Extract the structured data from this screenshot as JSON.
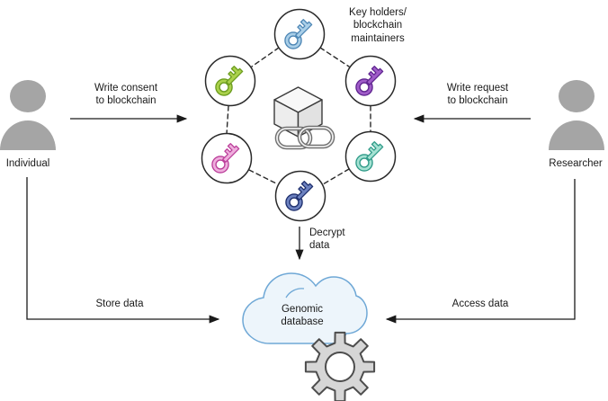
{
  "diagram": {
    "actors": {
      "individual": "Individual",
      "researcher": "Researcher"
    },
    "cluster_label": "Key holders/\nblockchain\nmaintainers",
    "arrows": {
      "write_consent": "Write consent\nto blockchain",
      "write_request": "Write request\nto blockchain",
      "decrypt": "Decrypt\ndata",
      "store": "Store data",
      "access": "Access data"
    },
    "database_label": "Genomic\ndatabase",
    "keys": [
      {
        "id": "key-top",
        "fill": "#aacfe8",
        "stroke": "#4d86b5"
      },
      {
        "id": "key-upper-left",
        "fill": "#abd14c",
        "stroke": "#6b9c1e"
      },
      {
        "id": "key-upper-right",
        "fill": "#a05cc8",
        "stroke": "#5f2590"
      },
      {
        "id": "key-lower-left",
        "fill": "#efaedd",
        "stroke": "#bb3f9a"
      },
      {
        "id": "key-lower-right",
        "fill": "#a5e2d3",
        "stroke": "#2f9a88"
      },
      {
        "id": "key-bottom",
        "fill": "#6d82c0",
        "stroke": "#1e2f6d"
      }
    ],
    "colors": {
      "person": "#a5a5a5",
      "cloud_fill": "#edf5fb",
      "cloud_stroke": "#6fa8d6",
      "gear_fill": "#d6d6d6",
      "gear_stroke": "#4d4d4d",
      "cube_top": "#f8f8f8",
      "cube_left": "#ededed",
      "cube_right": "#e2e2e2",
      "node_outline": "#2a2a2a",
      "arrow": "#1a1a1a",
      "chain": "#6f6f6f"
    },
    "icons": {
      "person": "person-icon",
      "key": "key-icon",
      "block": "block-cube-icon",
      "chain": "chain-link-icon",
      "cloud": "cloud-icon",
      "gear": "gear-icon"
    }
  }
}
